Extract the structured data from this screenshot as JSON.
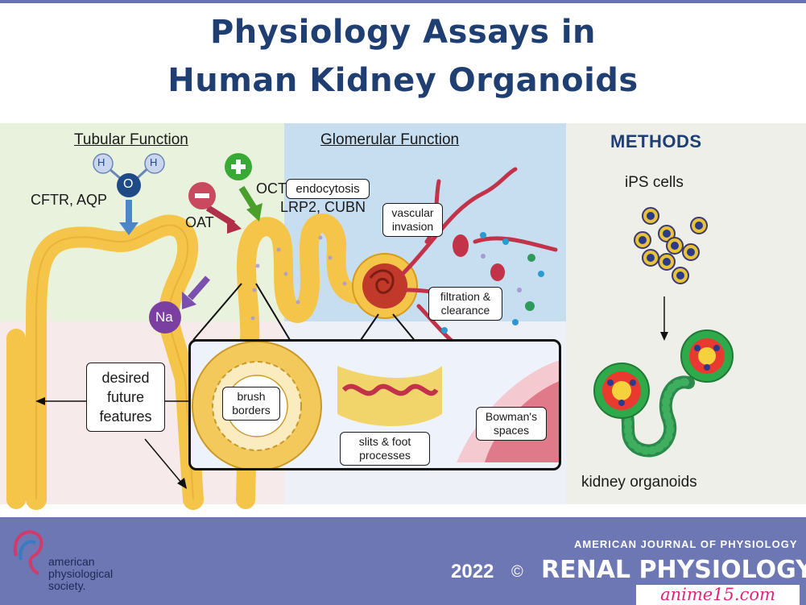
{
  "title": {
    "line1": "Physiology Assays in",
    "line2": "Human Kidney Organoids"
  },
  "sections": {
    "tubular": "Tubular Function",
    "glomerular": "Glomerular Function",
    "methods": "METHODS"
  },
  "tubular": {
    "water": {
      "h": "H",
      "o": "O"
    },
    "cftr": "CFTR, AQP",
    "oat": "OAT",
    "oct": "OCT",
    "na": "Na",
    "desired": [
      "desired",
      "future",
      "features"
    ],
    "brush": [
      "brush",
      "borders"
    ]
  },
  "glomerular": {
    "endocytosis": "endocytosis",
    "lrp2": "LRP2, CUBN",
    "vascular": [
      "vascular",
      "invasion"
    ],
    "filtration": [
      "filtration &",
      "clearance"
    ],
    "slits": [
      "slits & foot",
      "processes"
    ],
    "bowman": [
      "Bowman's",
      "spaces"
    ]
  },
  "methods": {
    "ips": "iPS cells",
    "organoids": "kidney organoids"
  },
  "footer": {
    "society": [
      "american",
      "physiological",
      "society."
    ],
    "journal": "AMERICAN JOURNAL OF PHYSIOLOGY",
    "renal": "RENAL PHYSIOLOGY.",
    "copyright": "©",
    "year": "2022",
    "watermark": "anime15.com"
  },
  "colors": {
    "title": "#1f3f73",
    "tubule": "#f5c54a",
    "footer": "#6c77b4",
    "oat": "#c94a5e",
    "oct": "#39a935",
    "na": "#7a3fa0",
    "vessel": "#c2334a"
  }
}
